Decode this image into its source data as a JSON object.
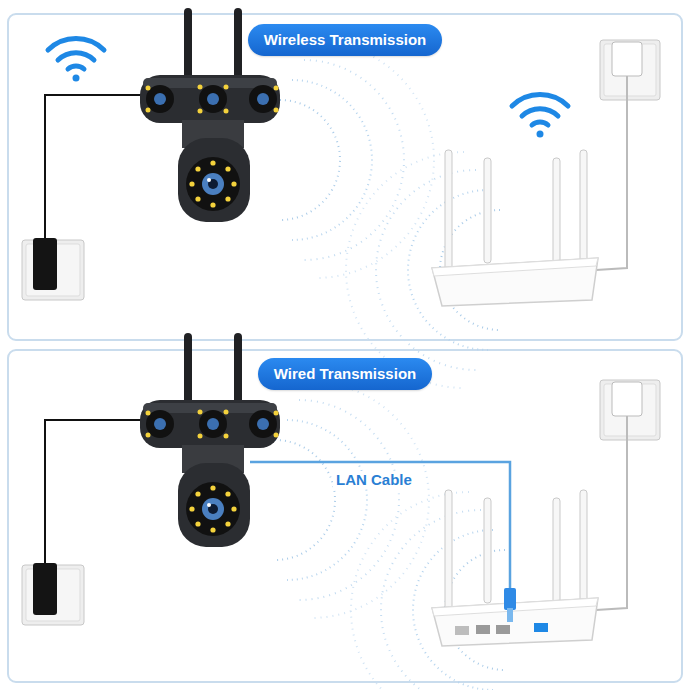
{
  "diagram": {
    "nodes": [
      {
        "text": [
          "Wireless Transmission"
        ]
      },
      {
        "text": [
          "Wired Transmission"
        ]
      }
    ],
    "labels": [
      "LAN Cable"
    ]
  }
}
